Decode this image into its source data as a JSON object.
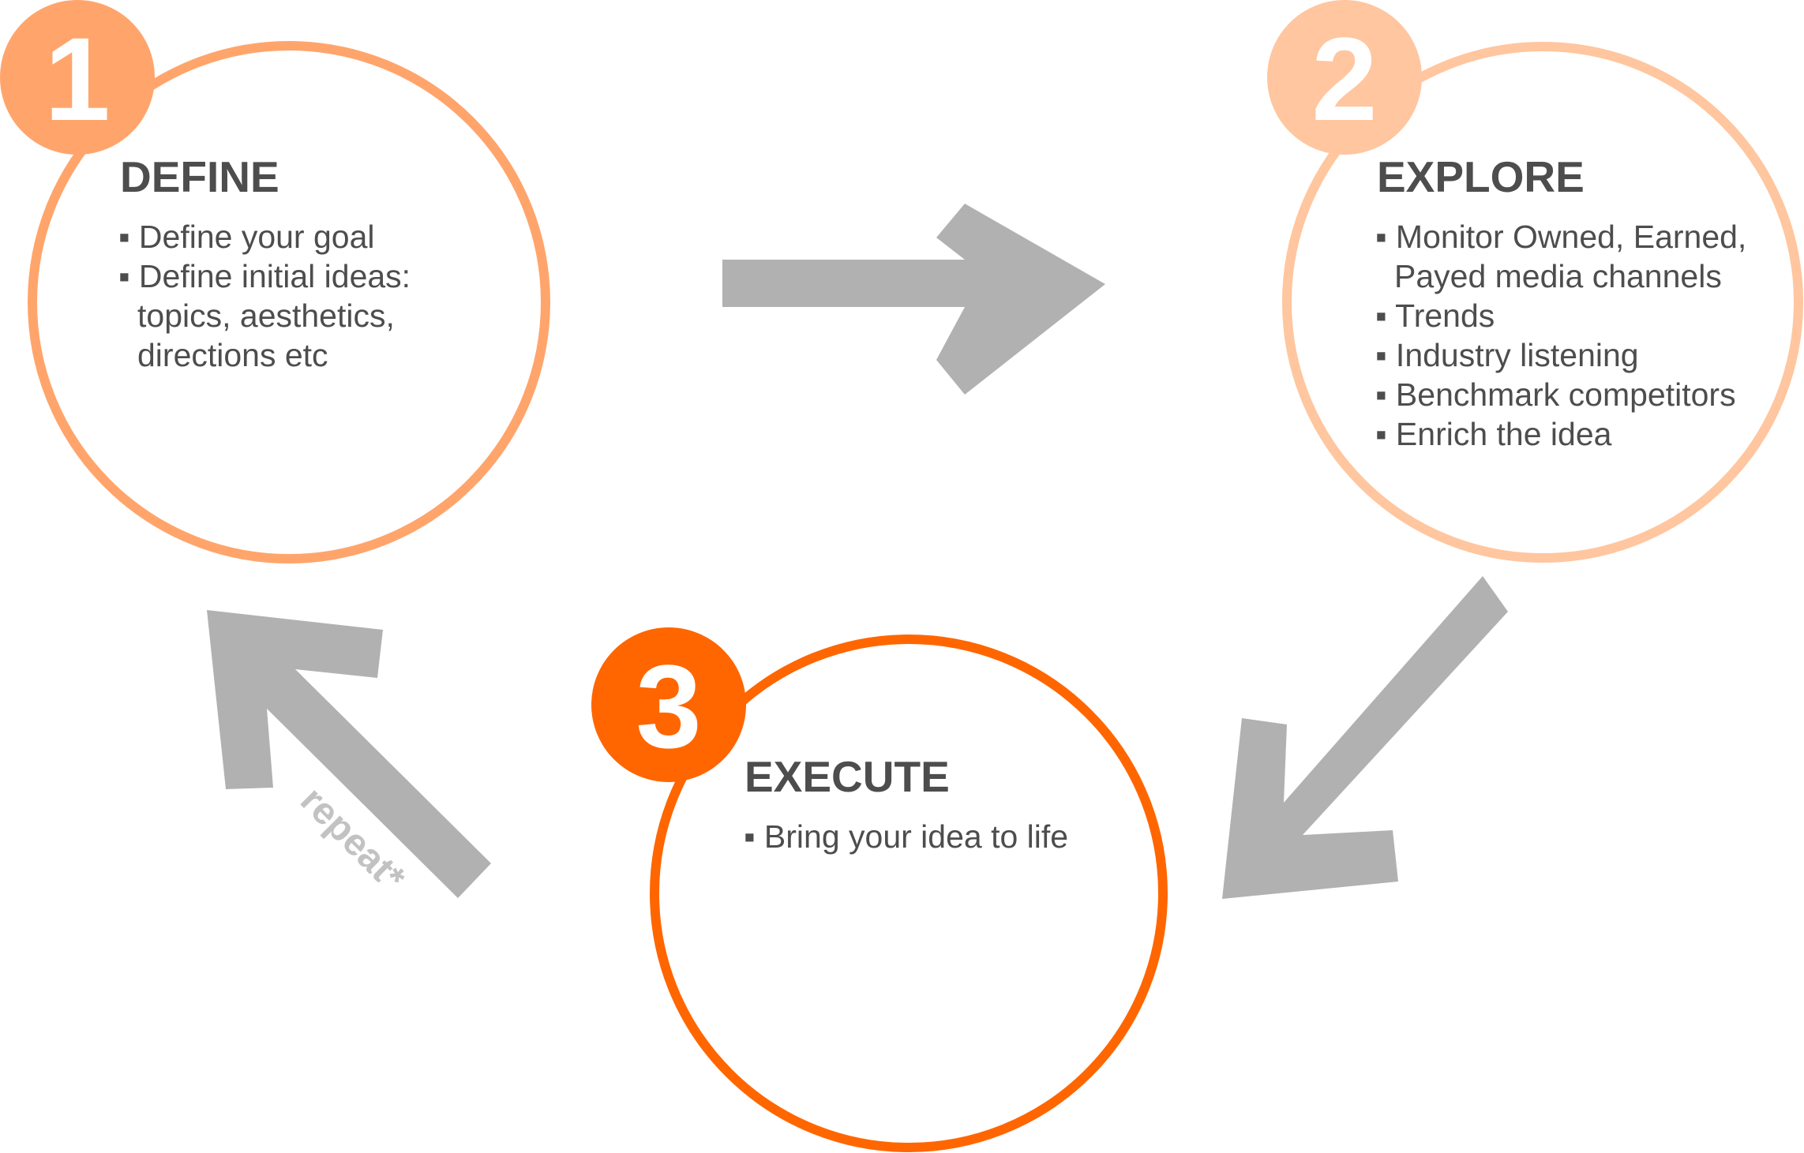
{
  "colors": {
    "step1": "#ffa56b",
    "step2": "#ffc69f",
    "step3": "#ff6600",
    "arrow": "#b1b1b1",
    "text": "#4d4d4d",
    "repeat_text": "#c2c2c2"
  },
  "steps": [
    {
      "number": "1",
      "title": "DEFINE",
      "lines": [
        "▪ Define your goal",
        "▪ Define initial ideas:",
        "topics, aesthetics,",
        "directions etc"
      ]
    },
    {
      "number": "2",
      "title": "EXPLORE",
      "lines": [
        "▪ Monitor Owned, Earned,",
        "Payed media channels",
        "▪ Trends",
        "▪ Industry listening",
        "▪ Benchmark competitors",
        "▪ Enrich the idea"
      ]
    },
    {
      "number": "3",
      "title": "EXECUTE",
      "lines": [
        "▪ Bring your idea to life"
      ]
    }
  ],
  "arrows": [
    {
      "from": "DEFINE",
      "to": "EXPLORE"
    },
    {
      "from": "EXPLORE",
      "to": "EXECUTE"
    },
    {
      "from": "EXECUTE",
      "to": "DEFINE",
      "label": "repeat*"
    }
  ]
}
